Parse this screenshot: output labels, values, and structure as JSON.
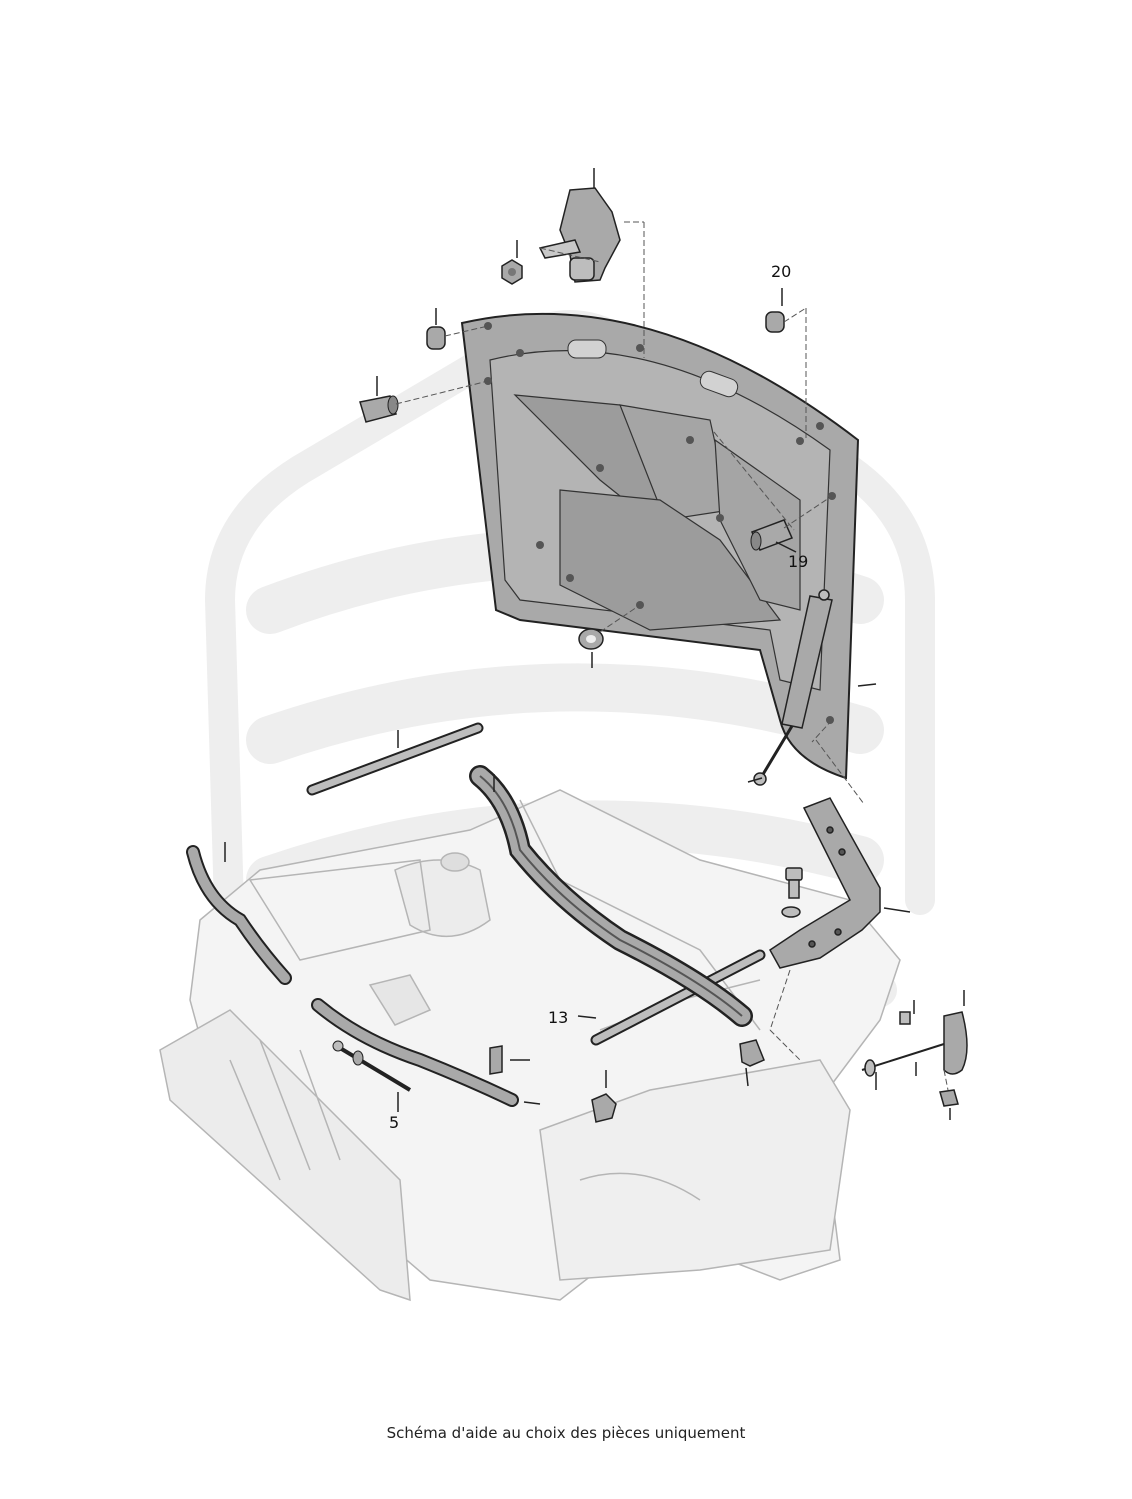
{
  "diagram": {
    "callouts": {
      "c20": "20",
      "c19": "19",
      "c13": "13",
      "c5": "5"
    },
    "caption": "Schéma d'aide au choix des pièces uniquement",
    "colors": {
      "watermark": "#eeeeee",
      "part_fill": "#a9a9a9",
      "part_light": "#c8c8c8",
      "body_fill": "#f4f4f4",
      "line": "#222222",
      "body_line": "#b5b5b5"
    }
  }
}
